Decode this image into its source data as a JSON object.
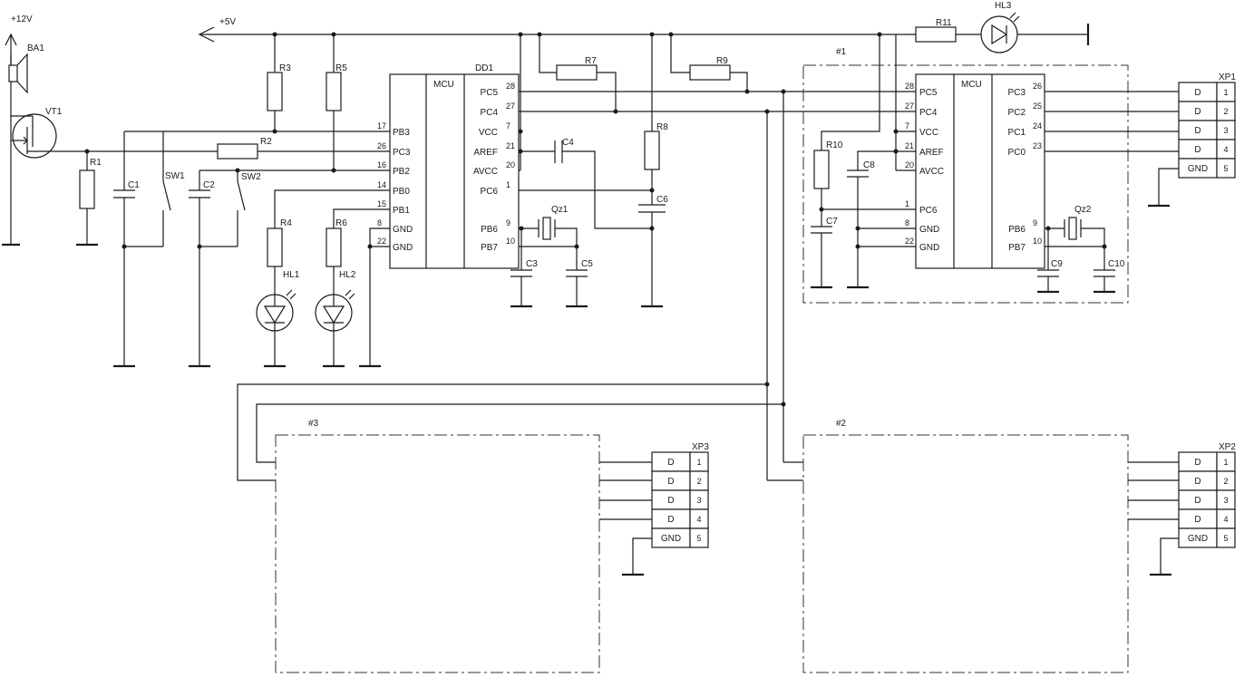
{
  "power": {
    "v12": "+12V",
    "v5": "+5V"
  },
  "components": {
    "ba1": "BA1",
    "vt1": "VT1",
    "r1": "R1",
    "r2": "R2",
    "r3": "R3",
    "r4": "R4",
    "r5": "R5",
    "r6": "R6",
    "r7": "R7",
    "r8": "R8",
    "r9": "R9",
    "r10": "R10",
    "r11": "R11",
    "c1": "C1",
    "c2": "C2",
    "c3": "C3",
    "c4": "C4",
    "c5": "C5",
    "c6": "C6",
    "c7": "C7",
    "c8": "C8",
    "c9": "C9",
    "c10": "C10",
    "sw1": "SW1",
    "sw2": "SW2",
    "hl1": "HL1",
    "hl2": "HL2",
    "hl3": "HL3",
    "qz1": "Qz1",
    "qz2": "Qz2",
    "dd1": "DD1"
  },
  "mcu1": {
    "title": "MCU",
    "left_pins": [
      {
        "num": "17",
        "name": "PB3"
      },
      {
        "num": "26",
        "name": "PC3"
      },
      {
        "num": "16",
        "name": "PB2"
      },
      {
        "num": "14",
        "name": "PB0"
      },
      {
        "num": "15",
        "name": "PB1"
      },
      {
        "num": "8",
        "name": "GND"
      },
      {
        "num": "22",
        "name": "GND"
      }
    ],
    "right_pins": [
      {
        "num": "28",
        "name": "PC5"
      },
      {
        "num": "27",
        "name": "PC4"
      },
      {
        "num": "7",
        "name": "VCC"
      },
      {
        "num": "21",
        "name": "AREF"
      },
      {
        "num": "20",
        "name": "AVCC"
      },
      {
        "num": "1",
        "name": "PC6"
      },
      {
        "num": "9",
        "name": "PB6"
      },
      {
        "num": "10",
        "name": "PB7"
      }
    ]
  },
  "mcu2": {
    "title": "MCU",
    "left_pins": [
      {
        "num": "28",
        "name": "PC5"
      },
      {
        "num": "27",
        "name": "PC4"
      },
      {
        "num": "7",
        "name": "VCC"
      },
      {
        "num": "21",
        "name": "AREF"
      },
      {
        "num": "20",
        "name": "AVCC"
      },
      {
        "num": "1",
        "name": "PC6"
      },
      {
        "num": "8",
        "name": "GND"
      },
      {
        "num": "22",
        "name": "GND"
      }
    ],
    "right_pins": [
      {
        "num": "26",
        "name": "PC3"
      },
      {
        "num": "25",
        "name": "PC2"
      },
      {
        "num": "24",
        "name": "PC1"
      },
      {
        "num": "23",
        "name": "PC0"
      },
      {
        "num": "9",
        "name": "PB6"
      },
      {
        "num": "10",
        "name": "PB7"
      }
    ]
  },
  "modules": {
    "m1": "#1",
    "m2": "#2",
    "m3": "#3"
  },
  "connectors": {
    "xp1": "XP1",
    "xp2": "XP2",
    "xp3": "XP3",
    "rows": [
      {
        "sig": "D",
        "num": "1"
      },
      {
        "sig": "D",
        "num": "2"
      },
      {
        "sig": "D",
        "num": "3"
      },
      {
        "sig": "D",
        "num": "4"
      },
      {
        "sig": "GND",
        "num": "5"
      }
    ]
  }
}
